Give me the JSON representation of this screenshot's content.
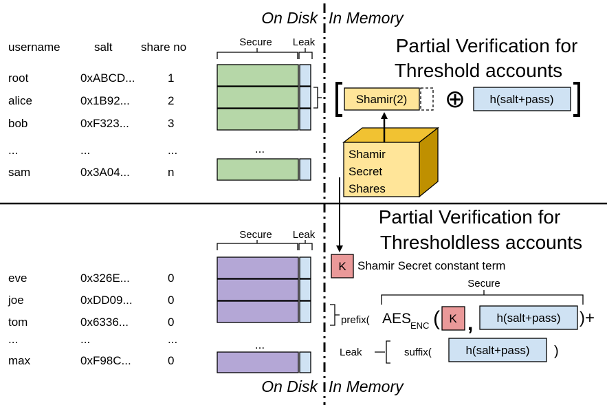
{
  "labels": {
    "on_disk": "On Disk",
    "in_memory": "In Memory"
  },
  "threshold": {
    "columns": {
      "username": "username",
      "salt": "salt",
      "share": "share no"
    },
    "rows": [
      {
        "user": "root",
        "salt": "0xABCD...",
        "share": "1"
      },
      {
        "user": "alice",
        "salt": "0x1B92...",
        "share": "2"
      },
      {
        "user": "bob",
        "salt": "0xF323...",
        "share": "3"
      },
      {
        "user": "...",
        "salt": "...",
        "share": "..."
      },
      {
        "user": "sam",
        "salt": "0x3A04...",
        "share": "n"
      }
    ],
    "col_dots": "...",
    "secure_label": "Secure",
    "leak_label": "Leak",
    "title_line1": "Partial Verification for",
    "title_line2": "Threshold accounts",
    "shamir_box": "Shamir(2)",
    "xor_symbol": "⊕",
    "hash_box": "h(salt+pass)",
    "cube_line1": "Shamir",
    "cube_line2": "Secret",
    "cube_line3": "Shares"
  },
  "thresholdless": {
    "rows": [
      {
        "user": "eve",
        "salt": "0x326E...",
        "share": "0"
      },
      {
        "user": "joe",
        "salt": "0xDD09...",
        "share": "0"
      },
      {
        "user": "tom",
        "salt": "0x6336...",
        "share": "0"
      },
      {
        "user": "...",
        "salt": "...",
        "share": "..."
      },
      {
        "user": "max",
        "salt": "0xF98C...",
        "share": "0"
      }
    ],
    "col_dots": "...",
    "secure_label": "Secure",
    "leak_label": "Leak",
    "title_line1": "Partial Verification for",
    "title_line2": "Thresholdless accounts",
    "k_box": "K",
    "k_caption": "Shamir Secret constant term",
    "secure_brace_label": "Secure",
    "prefix_text": "prefix(",
    "aes_text": "AES",
    "aes_sub": "ENC",
    "open_paren": "(",
    "comma": ",",
    "close_plus": ")+",
    "hash_box_1": "h(salt+pass)",
    "leak_label_2": "Leak",
    "suffix_text": "suffix(",
    "hash_box_2": "h(salt+pass)",
    "close_paren": ")"
  },
  "colors": {
    "green": "#b6d7a8",
    "purple": "#b4a7d6",
    "blue": "#cfe2f3",
    "yellow": "#ffe599",
    "cube_side": "#bf9000",
    "cube_top": "#f1c232",
    "red_box": "#ea9999"
  }
}
